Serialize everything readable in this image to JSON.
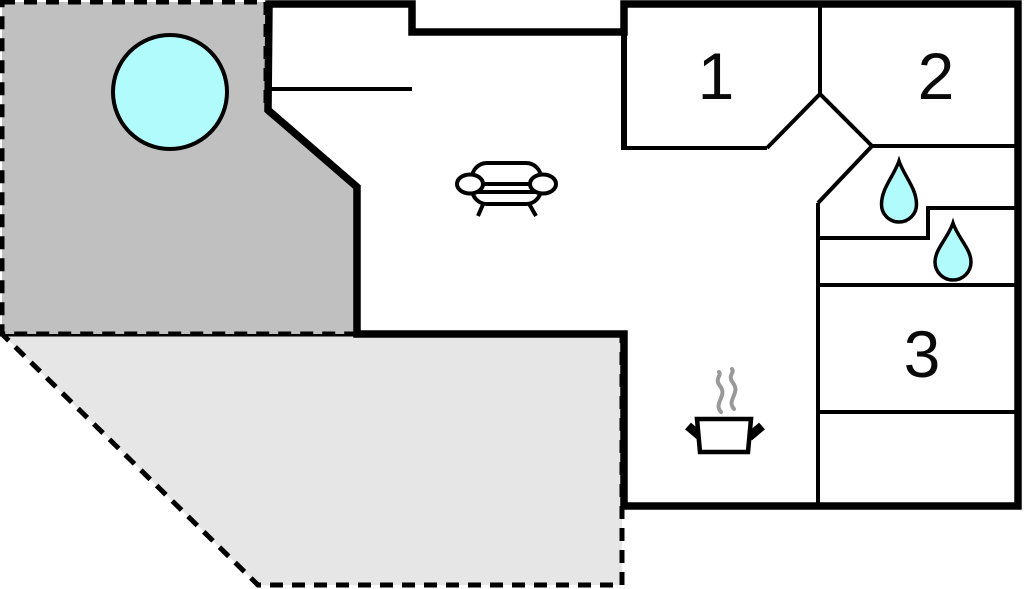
{
  "document": {
    "type": "floor-plan"
  },
  "colors": {
    "wall": "#000000",
    "patio": "#c0c0c0",
    "terrace": "#e6e6e6",
    "water": "#b2fbfc",
    "steam": "#999999",
    "interior": "#ffffff"
  },
  "rooms": [
    {
      "id": "bedroom-1",
      "label": "1"
    },
    {
      "id": "bedroom-2",
      "label": "2"
    },
    {
      "id": "bedroom-3",
      "label": "3"
    }
  ],
  "icons": [
    "hot-tub-icon",
    "sofa-icon",
    "water-drop-icon",
    "water-drop-icon",
    "cooking-pot-icon"
  ]
}
